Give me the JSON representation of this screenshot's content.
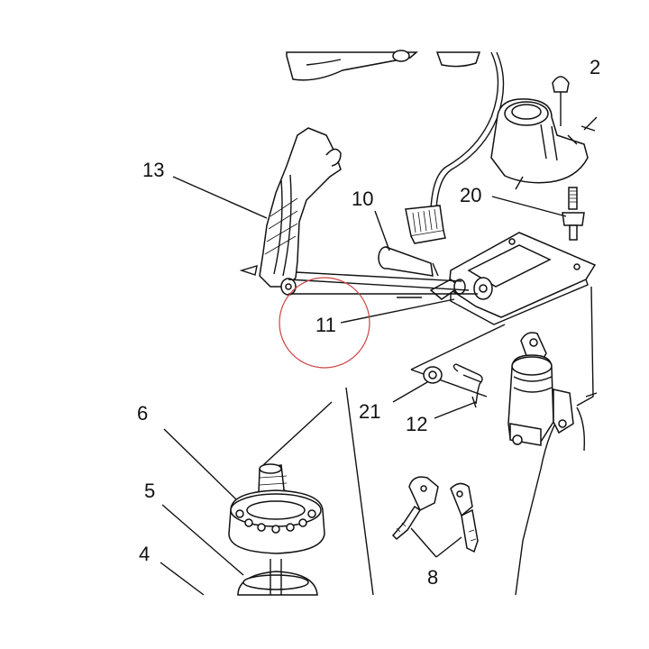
{
  "labels": {
    "l13": "13",
    "l10": "10",
    "l20": "20",
    "l2": "2",
    "l11": "11",
    "l6": "6",
    "l21": "21",
    "l12": "12",
    "l5": "5",
    "l4": "4",
    "l8": "8"
  },
  "colors": {
    "line": "#111111",
    "highlight_circle": "#cc4444",
    "background": "#ffffff"
  },
  "highlight": {
    "target_label": "11",
    "shape": "circle"
  }
}
